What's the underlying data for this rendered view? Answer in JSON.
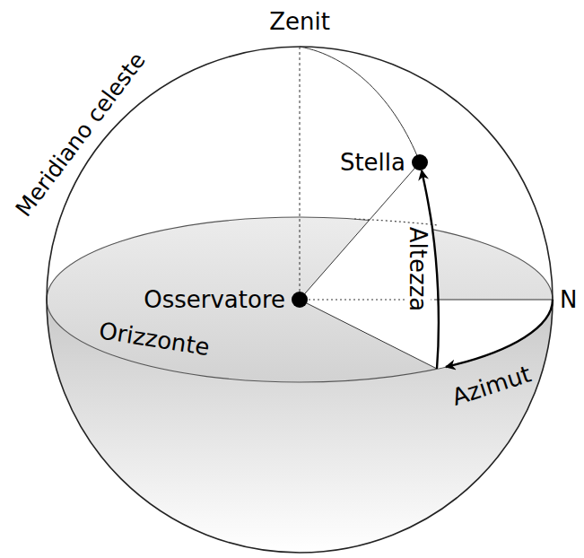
{
  "diagram": {
    "labels": [
      "Zenit",
      "Meridiano celeste",
      "Stella",
      "Altezza",
      "Osservatore",
      "N",
      "Orizzonte",
      "Azimut"
    ]
  }
}
